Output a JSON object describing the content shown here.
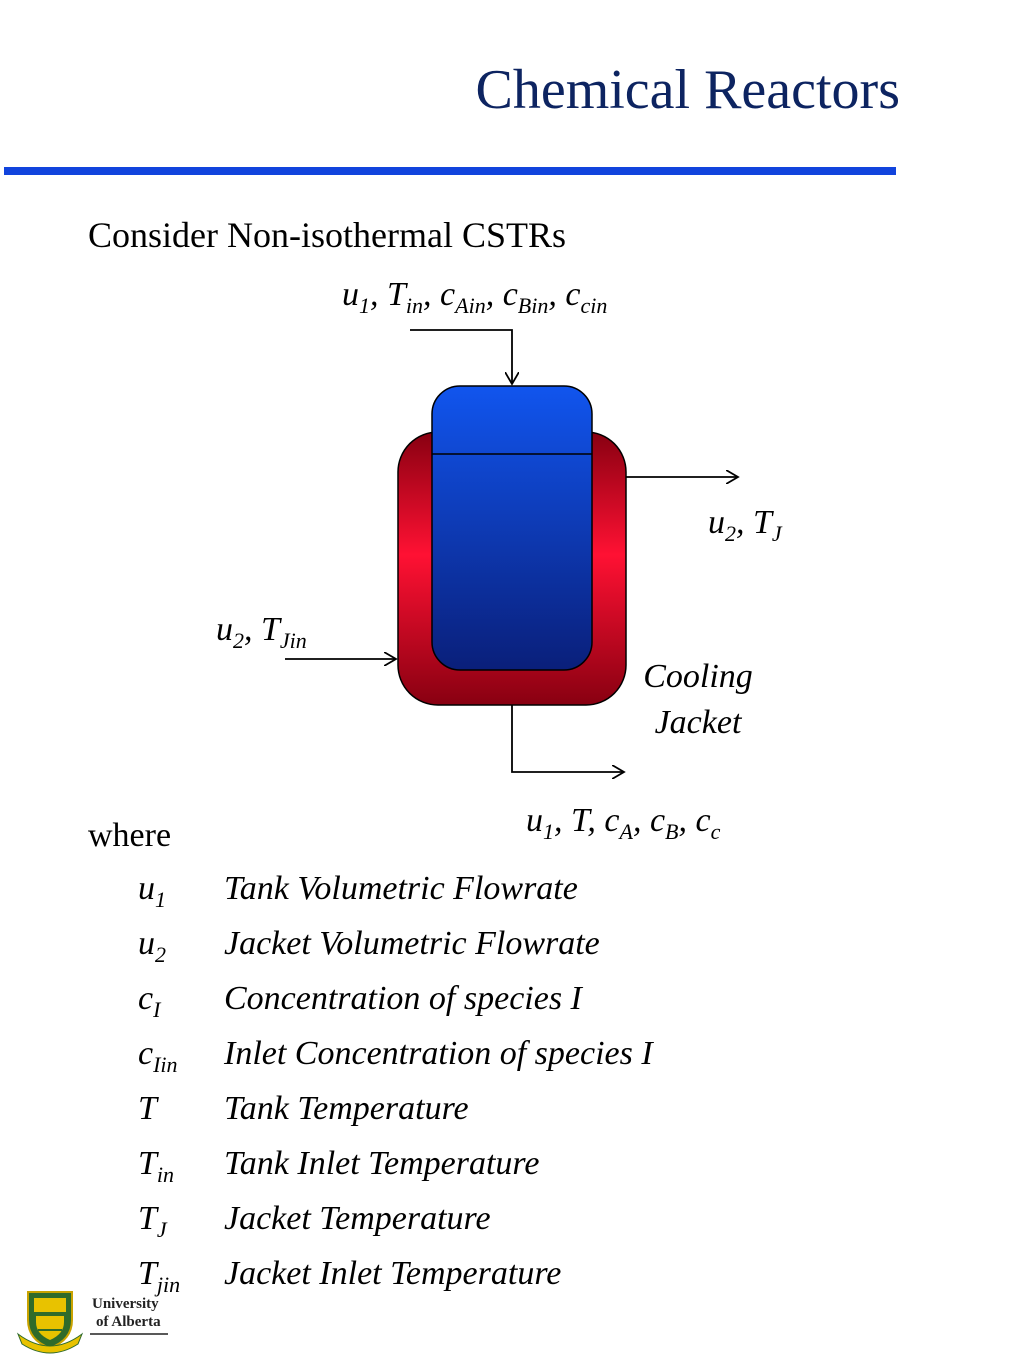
{
  "slide": {
    "title": "Chemical Reactors",
    "intro": "Consider Non-isothermal CSTRs",
    "where_label": "where"
  },
  "diagram": {
    "tank_inlet": {
      "u": "u",
      "u_sub": "1",
      "t": "T",
      "t_sub": "in",
      "ca": "c",
      "ca_sub": "Ain",
      "cb": "c",
      "cb_sub": "Bin",
      "cc": "c",
      "cc_sub": "cin",
      "sep": ", "
    },
    "jacket_outlet": {
      "u": "u",
      "u_sub": "2",
      "t": "T",
      "t_sub": "J",
      "sep": ", "
    },
    "jacket_inlet": {
      "u": "u",
      "u_sub": "2",
      "t": "T",
      "t_sub": "Jin",
      "sep": ", "
    },
    "tank_outlet": {
      "u": "u",
      "u_sub": "1",
      "t": "T",
      "ca": "c",
      "ca_sub": "A",
      "cb": "c",
      "cb_sub": "B",
      "cc": "c",
      "cc_sub": "c",
      "sep": ", "
    },
    "jacket_label_line1": "Cooling",
    "jacket_label_line2": "Jacket",
    "colors": {
      "tank_top": "#1155ee",
      "tank_bottom": "#0a1f7a",
      "jacket_edge": "#880011",
      "jacket_mid": "#ff1133"
    }
  },
  "legend": [
    {
      "symbol": "u",
      "sub": "1",
      "desc": "Tank Volumetric Flowrate"
    },
    {
      "symbol": "u",
      "sub": "2",
      "desc": "Jacket Volumetric Flowrate"
    },
    {
      "symbol": "c",
      "sub": "I",
      "desc": "Concentration of species I"
    },
    {
      "symbol": "c",
      "sub": "Iin",
      "desc": "Inlet Concentration of species I"
    },
    {
      "symbol": "T",
      "sub": "",
      "desc": "Tank Temperature"
    },
    {
      "symbol": "T",
      "sub": "in",
      "desc": "Tank Inlet Temperature"
    },
    {
      "symbol": "T",
      "sub": "J",
      "desc": "Jacket Temperature"
    },
    {
      "symbol": "T",
      "sub": "jin",
      "desc": "Jacket Inlet Temperature"
    }
  ],
  "logo": {
    "line1": "University",
    "line2": "of Alberta",
    "icon": "university-crest-icon"
  }
}
